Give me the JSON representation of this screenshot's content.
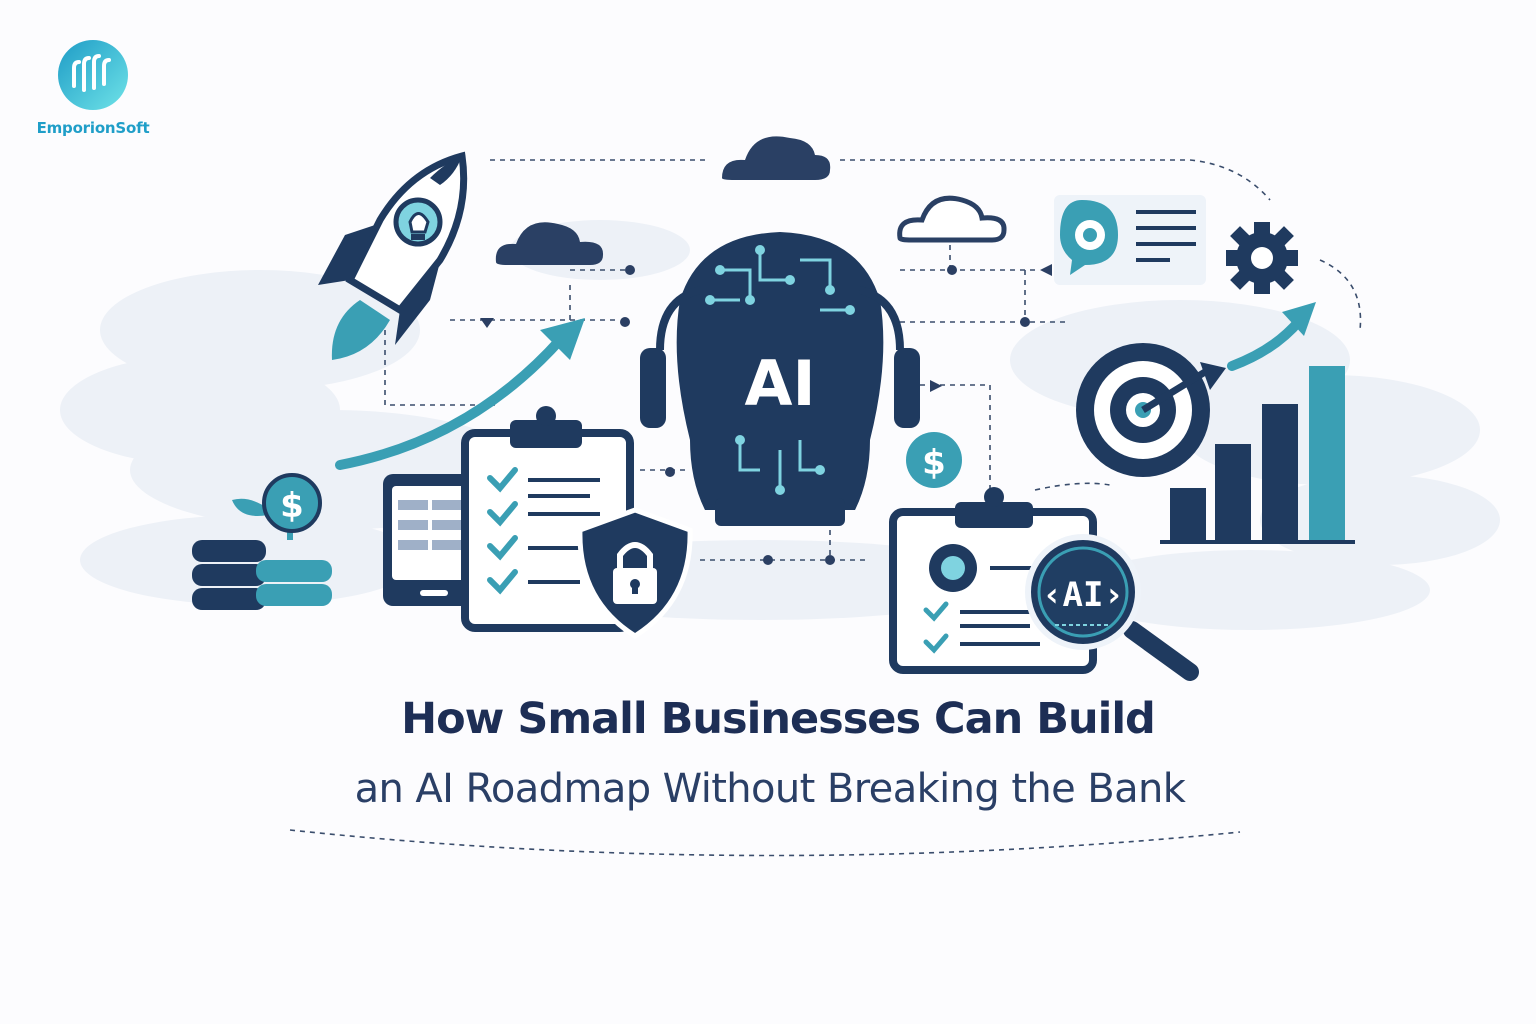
{
  "brand": {
    "name": "EmporionSoft",
    "logo_icon": "bars-in-circle-logo",
    "accent_color": "#2fb4d6"
  },
  "hero": {
    "center_label": "AI",
    "magnifier_label": "‹AI›",
    "currency_symbol": "$"
  },
  "headline": {
    "line1": "How Small Businesses Can Build",
    "line2": "an AI Roadmap Without Breaking the Bank"
  },
  "colors": {
    "navy": "#1f3a5f",
    "teal": "#3a9fb4",
    "light_teal": "#7fd3e0",
    "cloud": "#eef2f8",
    "text": "#1d2e55"
  }
}
